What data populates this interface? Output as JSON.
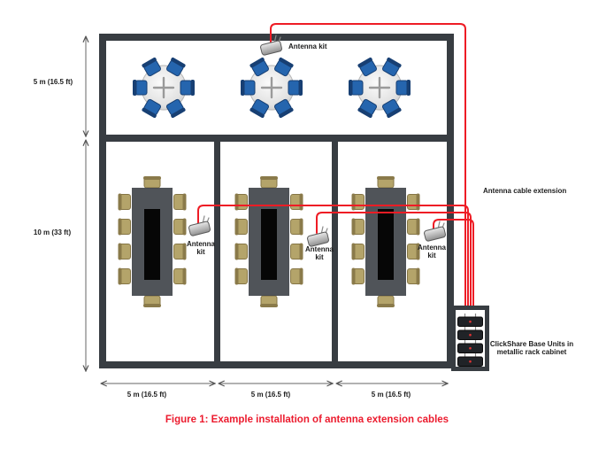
{
  "caption": "Figure 1: Example installation of antenna extension cables",
  "diagram": {
    "labels": {
      "antenna_kit_top": "Antenna kit",
      "antenna_kit_room1": "Antenna\nkit",
      "antenna_kit_room2": "Antenna\nkit",
      "antenna_kit_room3": "Antenna\nkit",
      "cable_extension": "Antenna cable extension",
      "base_units": "ClickShare Base Units in\nmetallic rack cabinet"
    },
    "dimensions": {
      "left_top": "5 m (16.5 ft)",
      "left_bottom": "10 m (33 ft)",
      "bottom_room1": "5 m (16.5 ft)",
      "bottom_room2": "5 m (16.5 ft)",
      "bottom_room3": "5 m (16.5 ft)"
    },
    "counts": {
      "round_tables": 3,
      "meeting_rooms": 3,
      "antenna_kits": 4,
      "base_units": 4
    },
    "colors": {
      "wall": "#383d42",
      "cable": "#ee1c25",
      "caption": "#ec1b2e",
      "chair_blue": "#2565ae",
      "chair_tan": "#b4a46a",
      "table_dark": "#363b40"
    }
  }
}
